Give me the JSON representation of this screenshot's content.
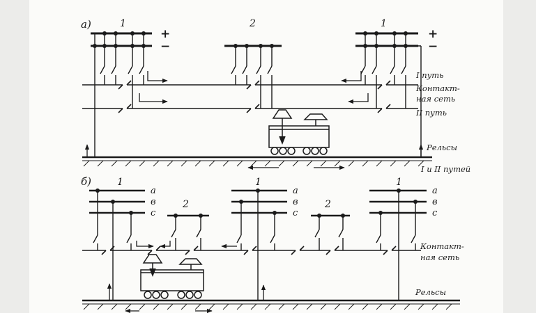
{
  "panel_a": {
    "label": "а)",
    "substation_left": "1",
    "substation_middle": "2",
    "substation_right": "1",
    "plus_left": "+",
    "minus_left": "−",
    "plus_right": "+",
    "minus_right": "−",
    "track_1": "I путь",
    "contact_line_1": "Контакт-",
    "contact_line_2": "ная сеть",
    "track_2": "II путь",
    "rails": "Рельсы",
    "tracks_note": "I и II путей"
  },
  "panel_b": {
    "label": "б)",
    "substations": [
      "1",
      "2",
      "1",
      "2",
      "1"
    ],
    "phases": [
      "a",
      "в",
      "c"
    ],
    "contact_line_1": "Контакт-",
    "contact_line_2": "ная сеть",
    "rails": "Рельсы"
  }
}
